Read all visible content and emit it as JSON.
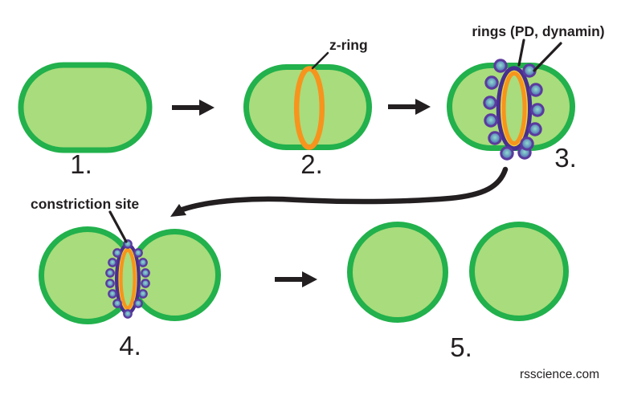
{
  "colors": {
    "ink": "#231f20",
    "cell-fill": "#a9dc7c",
    "cell-stroke": "#22b14c",
    "z-ring-orange": "#f7941d",
    "ring-purple": "#472f91",
    "ring-yellow": "#f2cf3a",
    "dot-ring": "#5b3a9e",
    "dot-center": "#90dccf",
    "dot-edge": "#4a67b2"
  },
  "stages": [
    {
      "label": "1."
    },
    {
      "label": "2."
    },
    {
      "label": "3."
    },
    {
      "label": "4."
    },
    {
      "label": "5."
    }
  ],
  "annotations": {
    "z_ring": "z-ring",
    "rings": "rings (PD, dynamin)",
    "constriction": "constriction site"
  },
  "watermark": "rsscience.com"
}
